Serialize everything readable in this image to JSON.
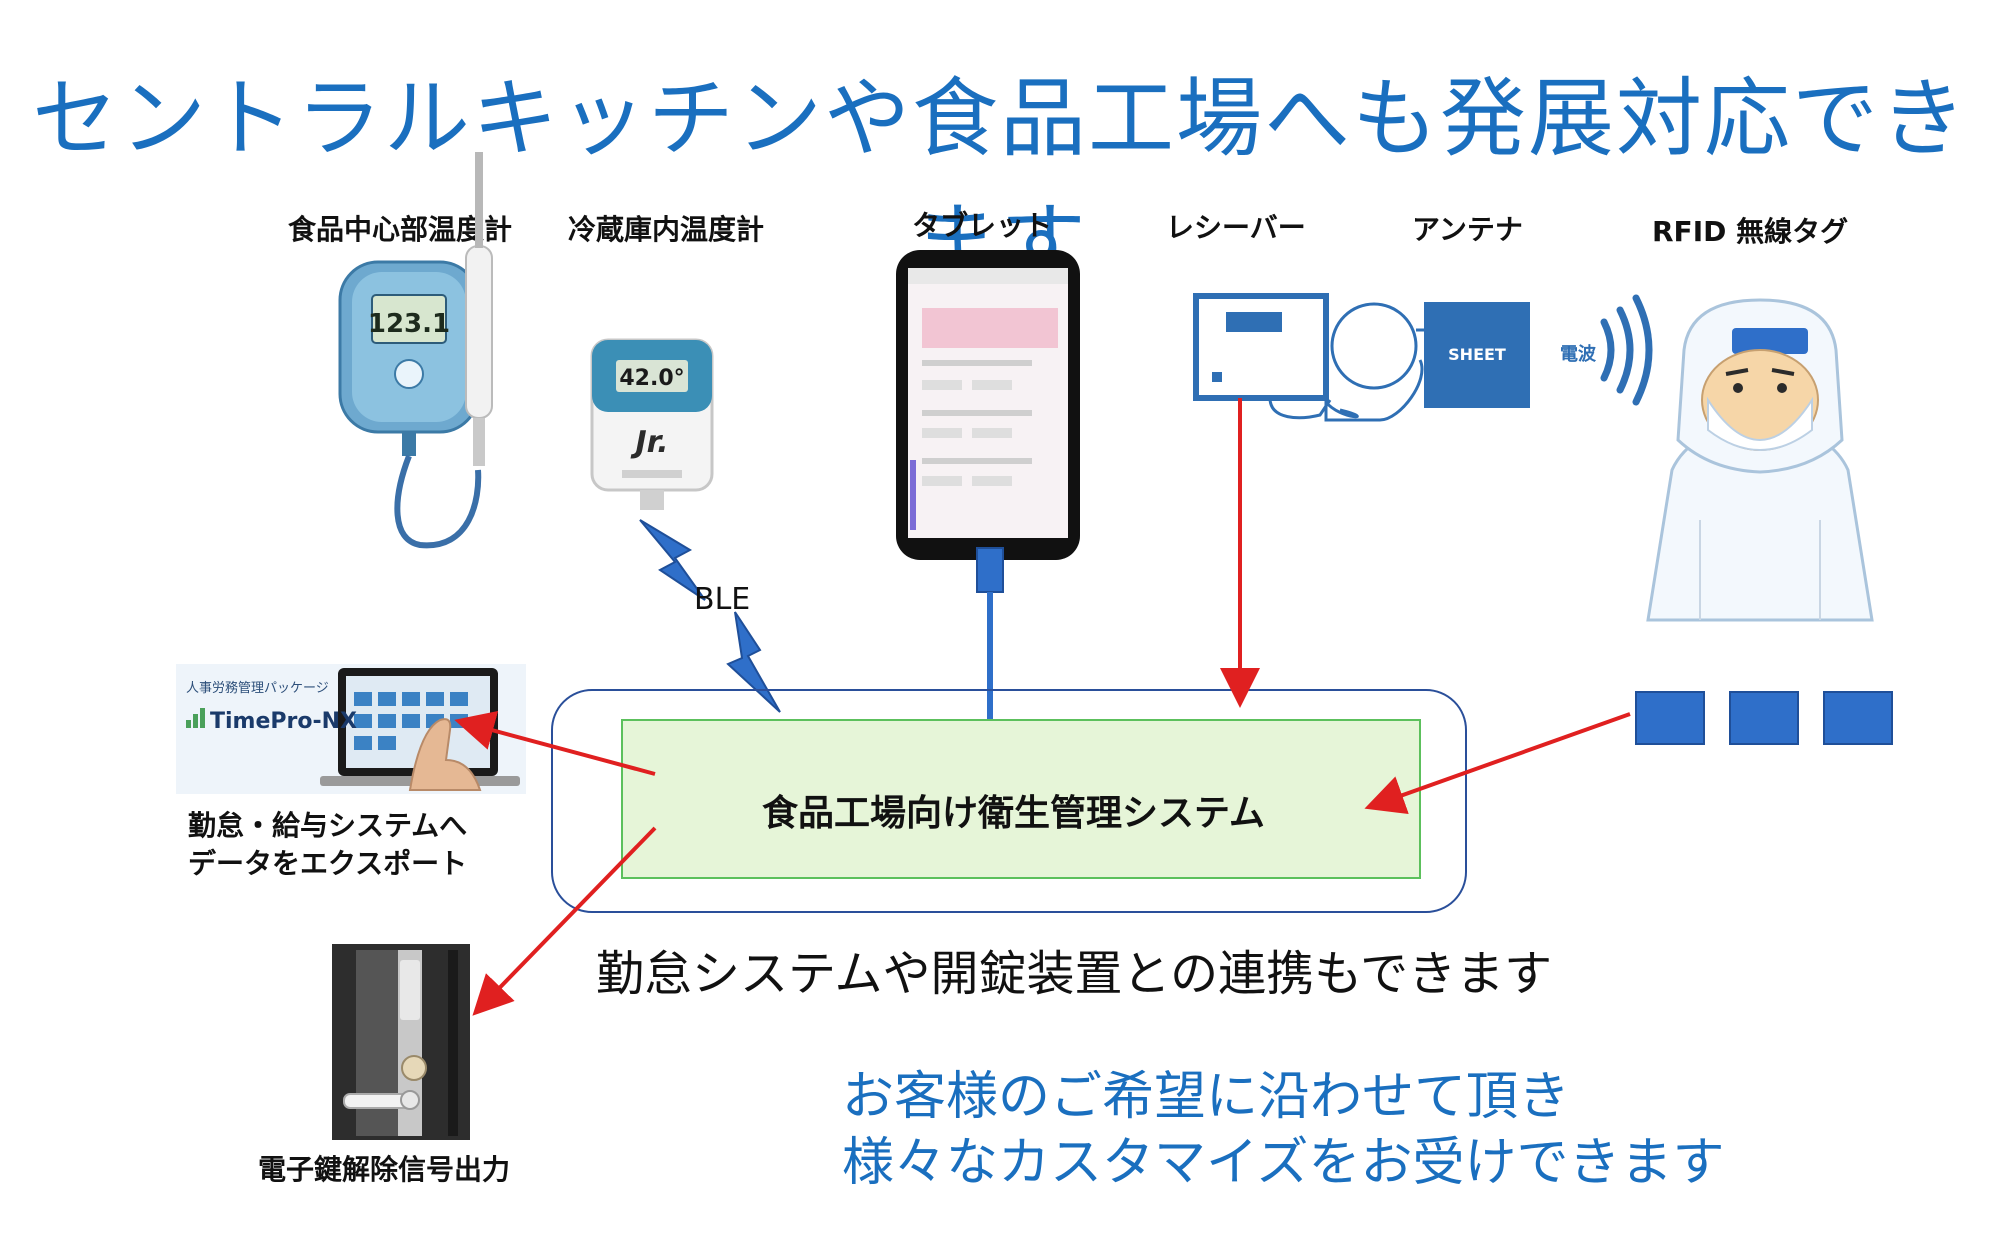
{
  "title": "セントラルキッチンや食品工場へも発展対応できます",
  "devices": {
    "food_thermo": "食品中心部温度計",
    "fridge_thermo": "冷蔵庫内温度計",
    "tablet": "タブレット",
    "receiver": "レシーバー",
    "antenna": "アンテナ",
    "rfid_tag": "RFID 無線タグ"
  },
  "icons": {
    "thermometer_display": "123.1",
    "logger_display": "42.0°",
    "sheet_label": "SHEET",
    "radio_wave_label": "電波",
    "timepro_header": "人事労務管理パッケージ",
    "timepro_logo": "TimePro-NX"
  },
  "ble_label": "BLE",
  "center_system": "食品工場向け衛生管理システム",
  "export_label": [
    "勤怠・給与システムへ",
    "データをエクスポート"
  ],
  "lock_label": "電子鍵解除信号出力",
  "subtitle": "勤怠システムや開錠装置との連携もできます",
  "notes": [
    "お客様のご希望に沿わせて頂き",
    "様々なカスタマイズをお受けできます"
  ],
  "colors": {
    "title_blue": "#1a6fbf",
    "arrow_red": "#e02020",
    "system_box_fill": "#e6f5d8",
    "system_box_border": "#5cc05c",
    "outer_box_border": "#2a4f9a",
    "tag_blue": "#2f6fc9",
    "antenna_box": "#2f6fb4"
  }
}
